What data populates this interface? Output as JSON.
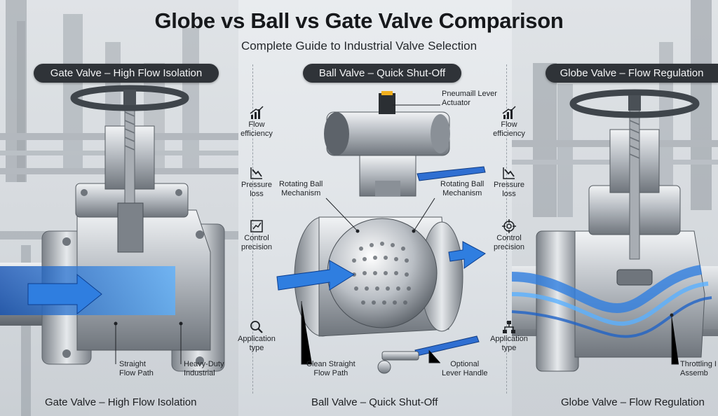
{
  "header": {
    "title": "Globe vs Ball vs Gate Valve Comparison",
    "subtitle": "Complete Guide to Industrial Valve Selection"
  },
  "panels": {
    "gate": {
      "top_label": "Gate Valve – High Flow Isolation",
      "bottom_label": "Gate Valve – High Flow Isolation",
      "callouts": {
        "straight_flow_path": "Straight\nFlow Path",
        "heavy_duty": "Heavy-Duty\nIndustrial"
      }
    },
    "ball": {
      "top_label": "Ball Valve – Quick Shut-Off",
      "bottom_label": "Ball Valve – Quick Shut-Off",
      "callouts": {
        "actuator": "Pneumaill Lever\nActuator",
        "rotating_ball_left": "Rotating Ball\nMechanism",
        "rotating_ball_right": "Rotating Ball\nMechanism",
        "clean_straight": "Clean Straight\nFlow Path",
        "optional_lever": "Optional\nLever Handle"
      }
    },
    "globe": {
      "top_label": "Globe Valve – Flow Regulation",
      "bottom_label": "Globe Valve – Flow Regulation",
      "callouts": {
        "throttling": "Throttling I\nAssemb"
      }
    }
  },
  "metrics_left": [
    {
      "icon": "bar-chart-icon",
      "label": "Flow\nefficiency"
    },
    {
      "icon": "trend-down-icon",
      "label": "Pressure\nloss"
    },
    {
      "icon": "precision-chart-icon",
      "label": "Control\nprecision"
    },
    {
      "icon": "magnifier-icon",
      "label": "Application\ntype"
    }
  ],
  "metrics_right": [
    {
      "icon": "bar-chart-icon",
      "label": "Flow\nefficiency"
    },
    {
      "icon": "trend-down-icon",
      "label": "Pressure\nloss"
    },
    {
      "icon": "target-icon",
      "label": "Control\nprecision"
    },
    {
      "icon": "hierarchy-icon",
      "label": "Application\ntype"
    }
  ],
  "colors": {
    "flow_blue": "#2f7ee0",
    "steel": "#b9bec4",
    "label_pill": "#2f3338",
    "background": "#e3e6ea"
  }
}
